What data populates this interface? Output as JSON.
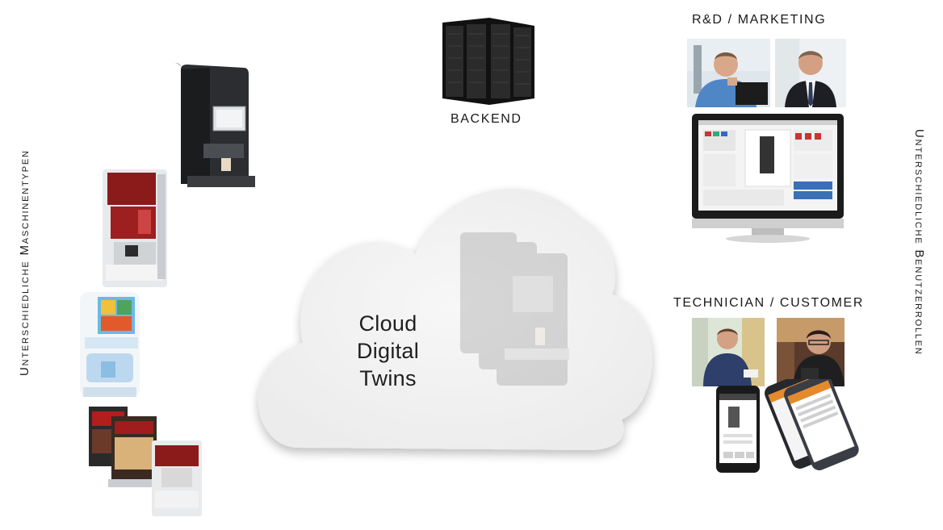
{
  "left_axis_label": "Unterschiedliche Maschinentypen",
  "right_axis_label": "Unterschiedliche Benutzerrollen",
  "backend_label": "BACKEND",
  "rnd_marketing_label": "R&D / MARKETING",
  "technician_customer_label": "TECHNICIAN / CUSTOMER",
  "cloud": {
    "line1": "Cloud",
    "line2": "Digital",
    "line3": "Twins"
  },
  "machines": [
    "machine-black-touchscreen",
    "machine-nescafe-alegria-red",
    "machine-juice-dispenser",
    "machine-nescafe-group"
  ],
  "colors": {
    "cloud_fill": "#f2f2f2",
    "nescafe_red": "#8b1a1a",
    "rack_black": "#111111",
    "phone_screen": "#2a2a2a"
  },
  "icons": [
    "server-rack-icon",
    "monitor-icon",
    "smartphone-icon"
  ]
}
